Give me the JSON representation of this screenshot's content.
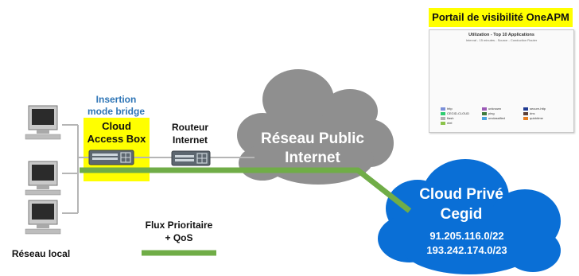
{
  "portal": {
    "title": "Portail de visibilité OneAPM",
    "chart_title": "Utilization - Top 10 Applications",
    "chart_subtitle": "Interval - 15 minutes - Source - Conduction Router",
    "legend": [
      {
        "label": "http",
        "color": "#7a8fd8"
      },
      {
        "label": "unknown",
        "color": "#9b59b6"
      },
      {
        "label": "secure-http",
        "color": "#1f3a93"
      },
      {
        "label": "CEGID-CLOUD",
        "color": "#2ecc71"
      },
      {
        "label": "ping",
        "color": "#3d7a3d"
      },
      {
        "label": "dns",
        "color": "#5d4037"
      },
      {
        "label": "flash",
        "color": "#b0b0b0"
      },
      {
        "label": "unclassified",
        "color": "#4aa3df"
      },
      {
        "label": "quicktime",
        "color": "#e67e22"
      },
      {
        "label": "ntel",
        "color": "#8bc34a"
      }
    ]
  },
  "labels": {
    "insertion_line1": "Insertion",
    "insertion_line2": "mode bridge",
    "cab_line1": "Cloud",
    "cab_line2": "Access Box",
    "router_line1": "Routeur",
    "router_line2": "Internet",
    "public_line1": "Réseau Public",
    "public_line2": "Internet",
    "private_line1": "Cloud Privé",
    "private_line2": "Cegid",
    "subnet1": "91.205.116.0/22",
    "subnet2": "193.242.174.0/23",
    "flux_line1": "Flux Prioritaire",
    "flux_line2": "+ QoS",
    "local": "Réseau local"
  },
  "colors": {
    "cloud_gray": "#8f8f8f",
    "cloud_blue": "#0a6fd6",
    "flow_green": "#70ad47",
    "highlight": "#ffff00",
    "insertion_blue": "#2e75b6"
  }
}
